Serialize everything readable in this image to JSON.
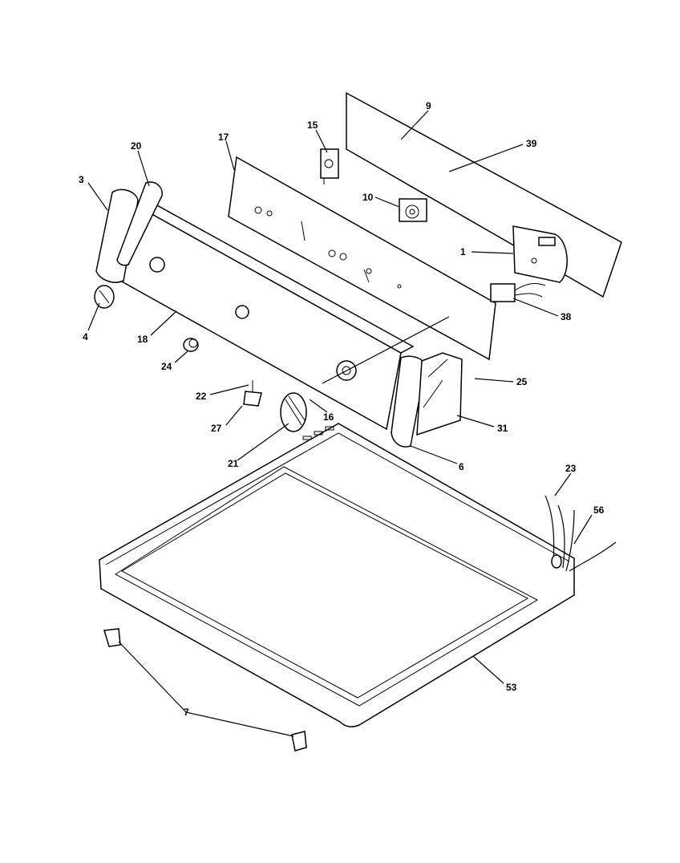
{
  "header_text": "",
  "callouts": [
    {
      "id": "c9",
      "label": "9"
    },
    {
      "id": "c39",
      "label": "39"
    },
    {
      "id": "c15",
      "label": "15"
    },
    {
      "id": "c17",
      "label": "17"
    },
    {
      "id": "c20",
      "label": "20"
    },
    {
      "id": "c3",
      "label": "3"
    },
    {
      "id": "c10",
      "label": "10"
    },
    {
      "id": "c1",
      "label": "1"
    },
    {
      "id": "c38",
      "label": "38"
    },
    {
      "id": "c4",
      "label": "4"
    },
    {
      "id": "c18",
      "label": "18"
    },
    {
      "id": "c24",
      "label": "24"
    },
    {
      "id": "c25",
      "label": "25"
    },
    {
      "id": "c22",
      "label": "22"
    },
    {
      "id": "c16",
      "label": "16"
    },
    {
      "id": "c31",
      "label": "31"
    },
    {
      "id": "c27",
      "label": "27"
    },
    {
      "id": "c21",
      "label": "21"
    },
    {
      "id": "c6",
      "label": "6"
    },
    {
      "id": "c23",
      "label": "23"
    },
    {
      "id": "c56",
      "label": "56"
    },
    {
      "id": "c53",
      "label": "53"
    },
    {
      "id": "c7",
      "label": "7"
    }
  ]
}
